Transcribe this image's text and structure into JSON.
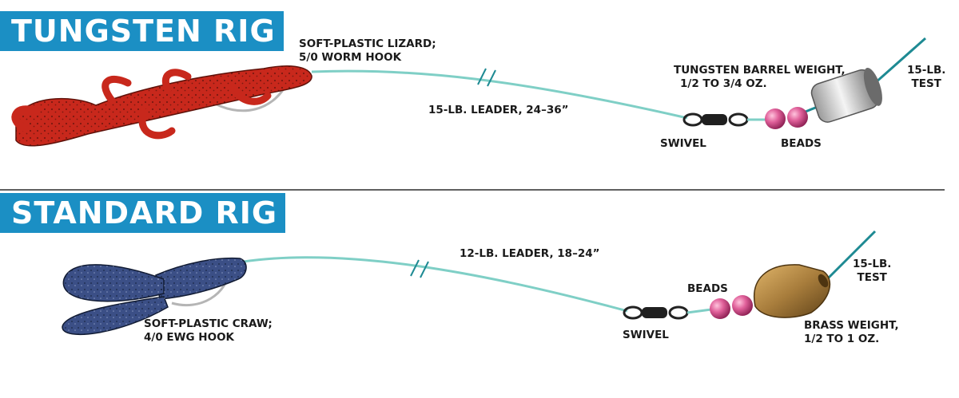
{
  "tungsten_rig": {
    "title": "TUNGSTEN RIG",
    "lure_label": [
      "SOFT-PLASTIC LIZARD;",
      "5/0 WORM HOOK"
    ],
    "leader_label": "15-LB. LEADER, 24–36”",
    "weight_label": [
      "TUNGSTEN BARREL WEIGHT,",
      "1/2 TO 3/4 OZ."
    ],
    "line_label": [
      "15-LB.",
      "TEST"
    ],
    "swivel_label": "SWIVEL",
    "beads_label": "BEADS"
  },
  "standard_rig": {
    "title": "STANDARD RIG",
    "leader_label": "12-LB. LEADER, 18–24”",
    "lure_label": [
      "SOFT-PLASTIC CRAW;",
      "4/0 EWG HOOK"
    ],
    "beads_label": "BEADS",
    "line_label": [
      "15-LB.",
      "TEST"
    ],
    "swivel_label": "SWIVEL",
    "weight_label": [
      "BRASS WEIGHT,",
      "1/2 TO 1 OZ."
    ]
  },
  "colors": {
    "banner": "#1b8fc4",
    "line": "#7fcfc6",
    "main_line": "#1e8a93",
    "bead": "#e0609a",
    "lizard": "#c8281c",
    "craw": "#3b4f86",
    "tungsten": "#c8c8c8",
    "brass": "#a87d3c"
  }
}
